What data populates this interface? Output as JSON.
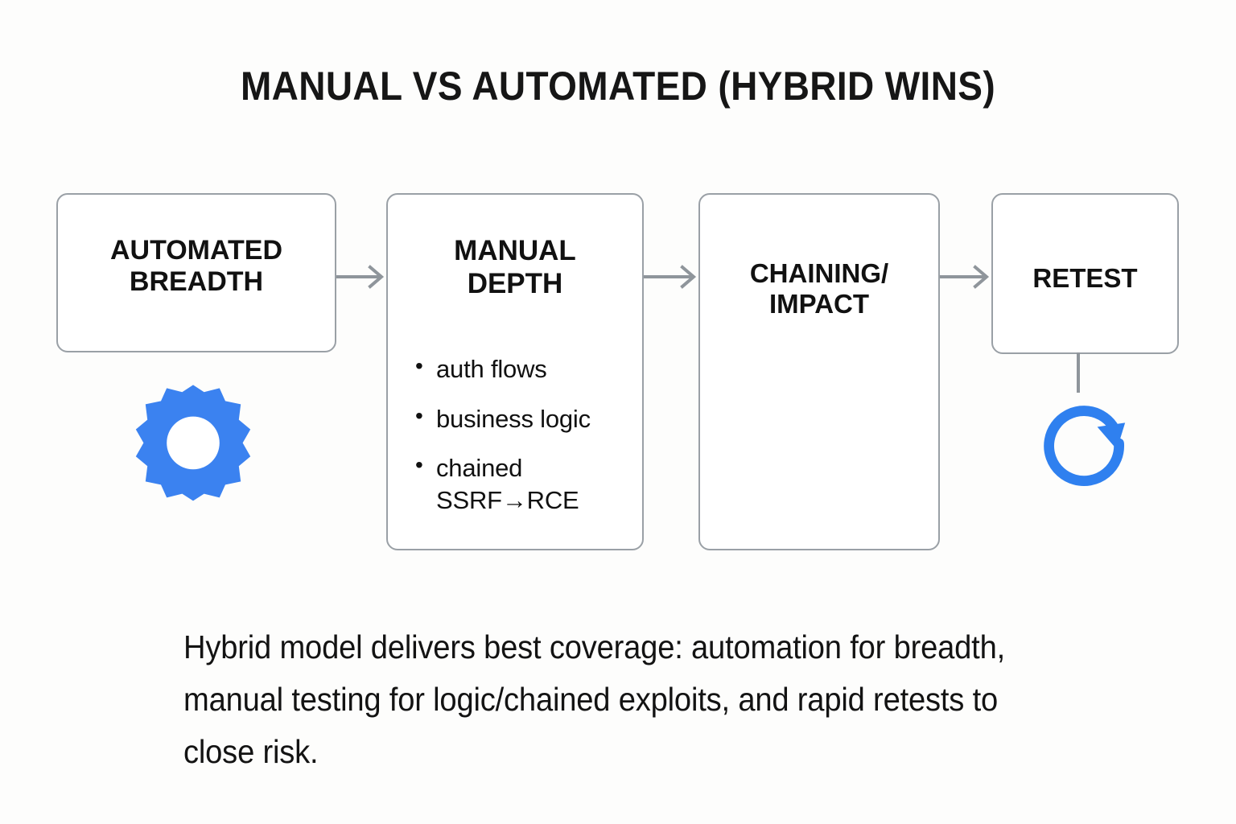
{
  "page": {
    "title": "MANUAL VS AUTOMATED (HYBRID WINS)",
    "background_color": "#fdfdfc",
    "accent_color": "#3b82f0",
    "border_color": "#9aa0a6",
    "text_color": "#111111"
  },
  "flow": {
    "nodes": [
      {
        "id": "automated-breadth",
        "title": "AUTOMATED\nBREADTH",
        "title_line1": "AUTOMATED",
        "title_line2": "BREADTH",
        "icon": "gear-icon",
        "bullets": []
      },
      {
        "id": "manual-depth",
        "title": "MANUAL\nDEPTH",
        "title_line1": "MANUAL",
        "title_line2": "DEPTH",
        "icon": null,
        "bullets": [
          "auth flows",
          "business logic",
          "chained SSRF→RCE"
        ]
      },
      {
        "id": "chaining-impact",
        "title": "CHAINING/\nIMPACT",
        "title_line1": "CHAINING/",
        "title_line2": "IMPACT",
        "icon": null,
        "bullets": []
      },
      {
        "id": "retest",
        "title": "RETEST",
        "title_line1": "RETEST",
        "title_line2": "",
        "icon": "refresh-icon",
        "bullets": []
      }
    ],
    "arrows": [
      {
        "from": "automated-breadth",
        "to": "manual-depth",
        "name": "arrow-automated-to-manual"
      },
      {
        "from": "manual-depth",
        "to": "chaining-impact",
        "name": "arrow-manual-to-chaining"
      },
      {
        "from": "chaining-impact",
        "to": "retest",
        "name": "arrow-chaining-to-retest"
      }
    ],
    "arrow_color": "#8f959b"
  },
  "caption": {
    "text": "Hybrid model delivers best coverage: automation for breadth, manual testing for logic/chained exploits, and rapid retests to close risk."
  }
}
